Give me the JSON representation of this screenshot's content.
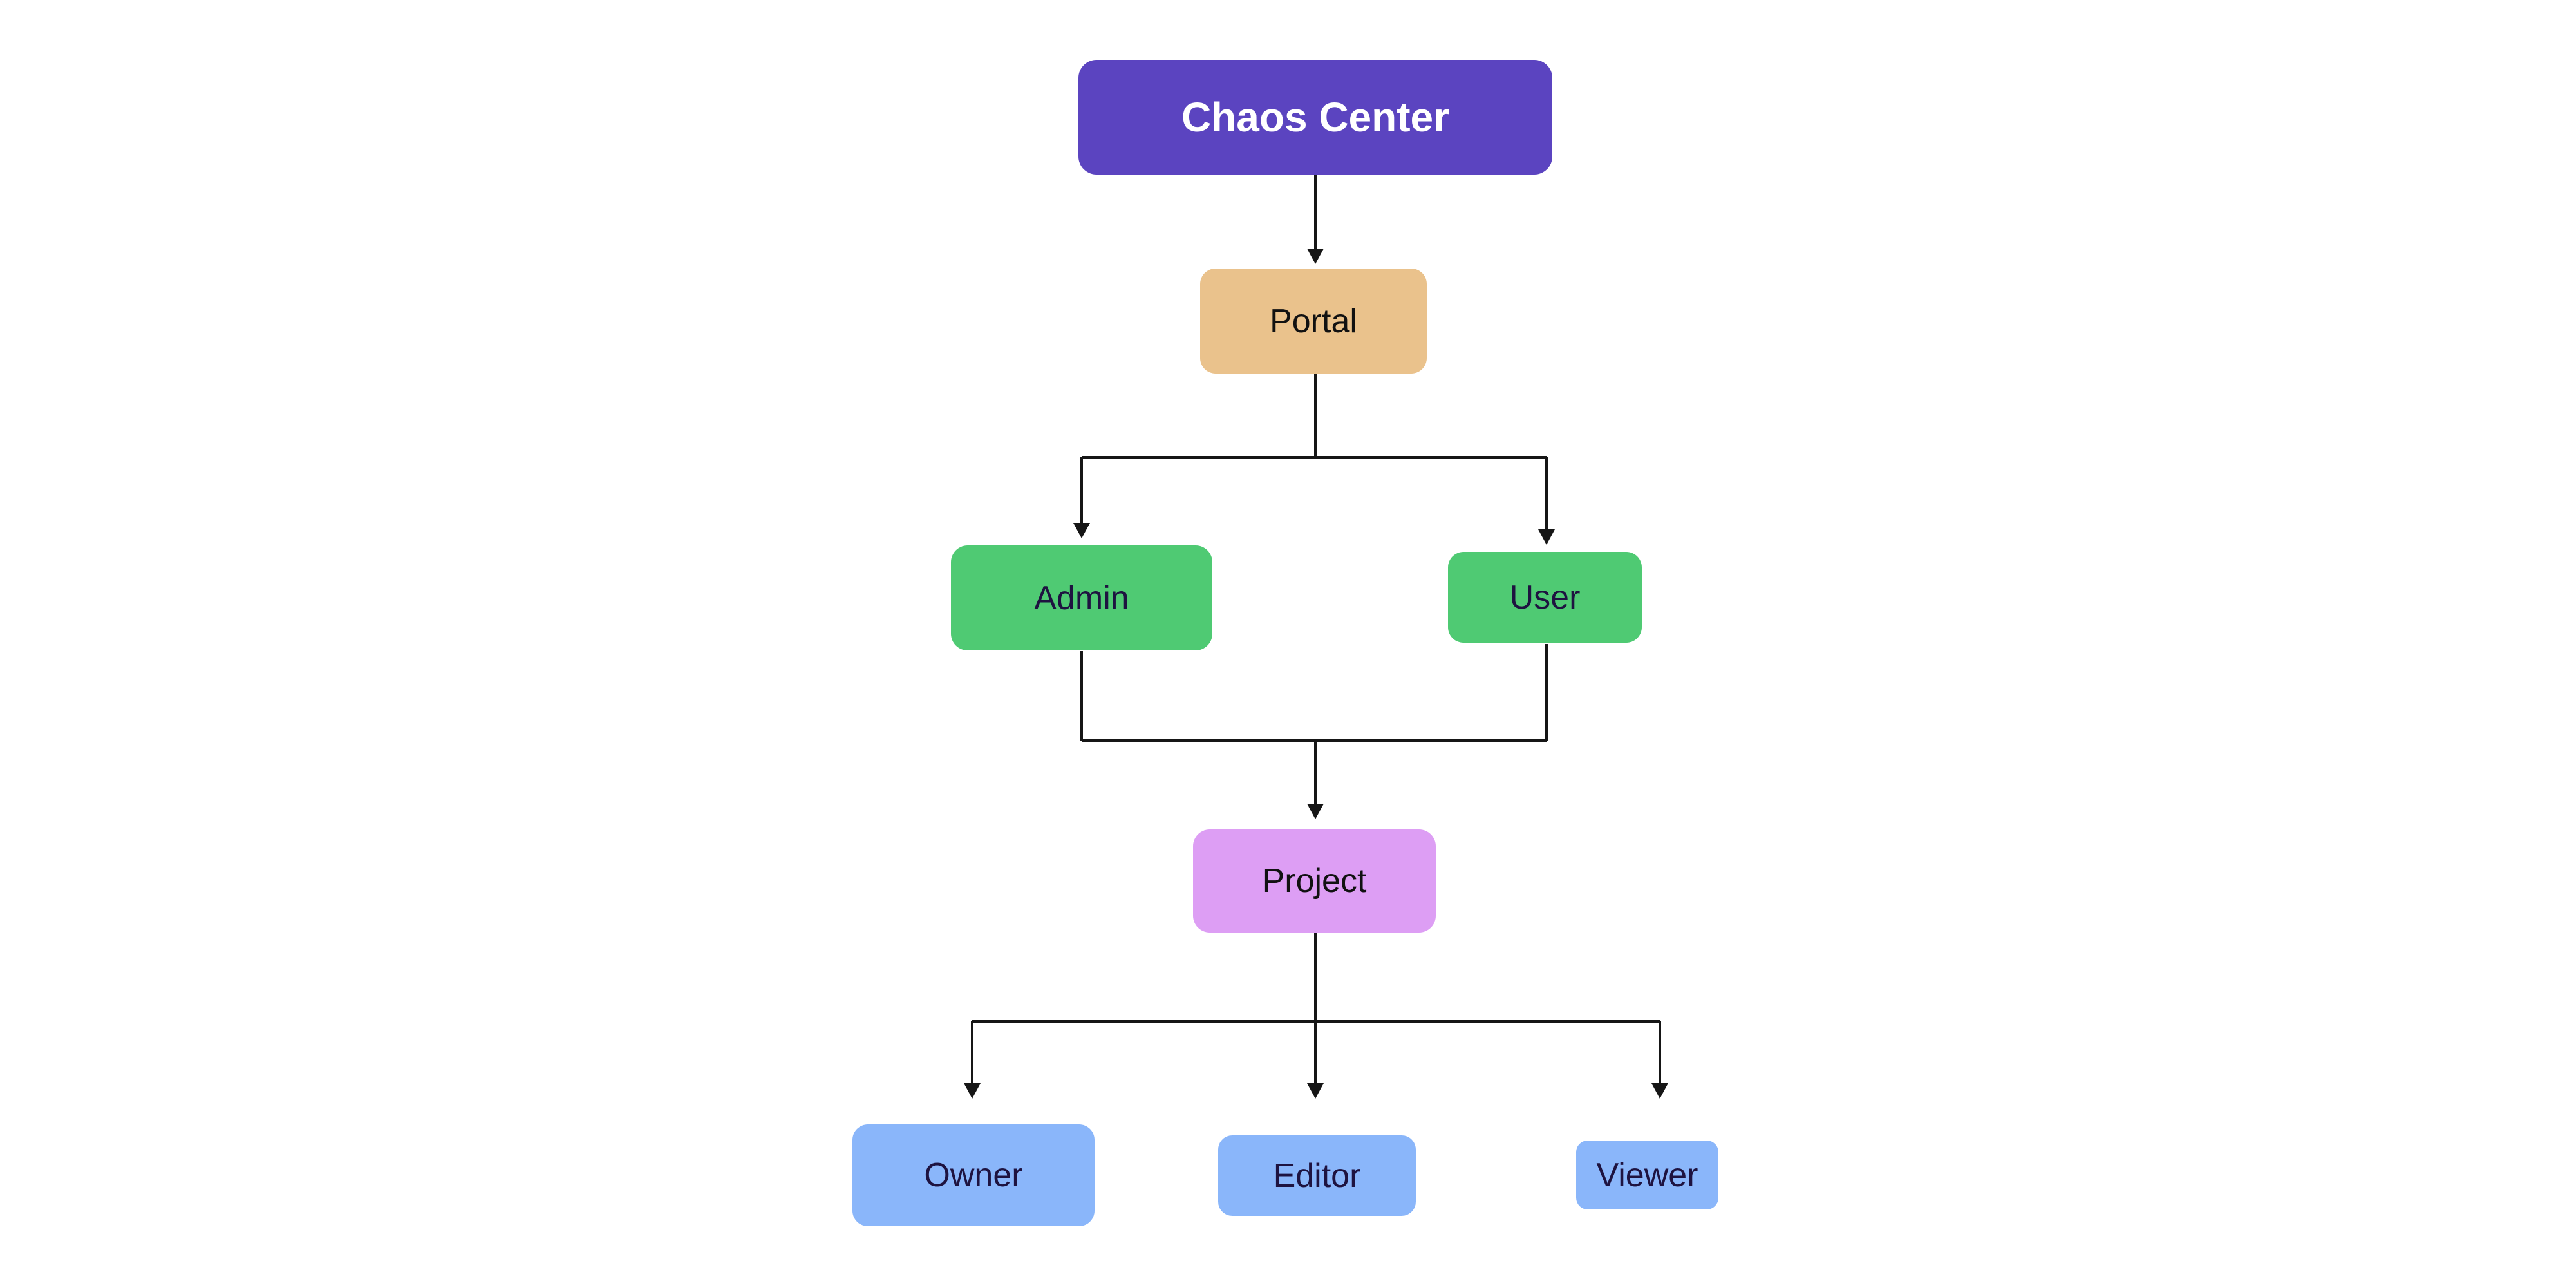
{
  "page": {
    "background_color": "#ffffff"
  },
  "diagram": {
    "type": "flowchart",
    "direction": "top-down",
    "edge_color": "#161616",
    "nodes": {
      "chaos_center": {
        "label": "Chaos Center",
        "fill": "#5b44c0",
        "text_color": "#ffffff"
      },
      "portal": {
        "label": "Portal",
        "fill": "#eac28c",
        "text_color": "#111111"
      },
      "admin": {
        "label": "Admin",
        "fill": "#4fca73",
        "text_color": "#1e1340"
      },
      "user": {
        "label": "User",
        "fill": "#4fca73",
        "text_color": "#1e1340"
      },
      "project": {
        "label": "Project",
        "fill": "#dd9ef4",
        "text_color": "#111111"
      },
      "owner": {
        "label": "Owner",
        "fill": "#8ab6fa",
        "text_color": "#1e1340"
      },
      "editor": {
        "label": "Editor",
        "fill": "#8ab6fa",
        "text_color": "#1e1340"
      },
      "viewer": {
        "label": "Viewer",
        "fill": "#8ab6fa",
        "text_color": "#1e1340"
      }
    },
    "edges": [
      {
        "from": "Chaos Center",
        "to": "Portal"
      },
      {
        "from": "Portal",
        "to": "Admin"
      },
      {
        "from": "Portal",
        "to": "User"
      },
      {
        "from": "Admin",
        "to": "Project"
      },
      {
        "from": "User",
        "to": "Project"
      },
      {
        "from": "Project",
        "to": "Owner"
      },
      {
        "from": "Project",
        "to": "Editor"
      },
      {
        "from": "Project",
        "to": "Viewer"
      }
    ]
  }
}
